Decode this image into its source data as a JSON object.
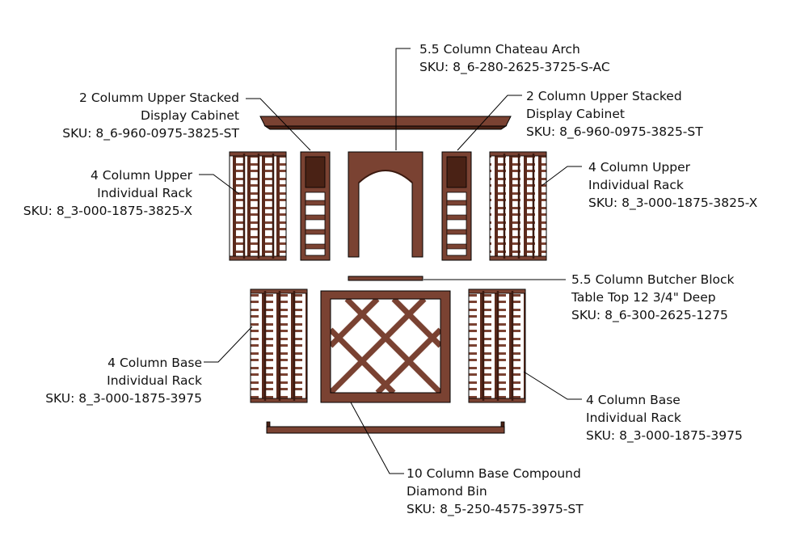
{
  "labels": {
    "chateau_arch": {
      "name": "5.5 Column Chateau Arch",
      "sku": "SKU: 8_6-280-2625-3725-S-AC"
    },
    "upper_cabinet_left": {
      "line1": "2 Columm Upper Stacked",
      "line2": "Display Cabinet",
      "sku": "SKU: 8_6-960-0975-3825-ST"
    },
    "upper_cabinet_right": {
      "line1": "2 Column Upper Stacked",
      "line2": "Display Cabinet",
      "sku": "SKU: 8_6-960-0975-3825-ST"
    },
    "upper_rack_left": {
      "line1": "4 Column Upper",
      "line2": "Individual Rack",
      "sku": "SKU: 8_3-000-1875-3825-X"
    },
    "upper_rack_right": {
      "line1": "4 Column Upper",
      "line2": "Individual Rack",
      "sku": "SKU: 8_3-000-1875-3825-X"
    },
    "table_top": {
      "line1": "5.5 Column Butcher Block",
      "line2": "Table Top 12 3/4\" Deep",
      "sku": "SKU: 8_6-300-2625-1275"
    },
    "base_rack_left": {
      "line1": "4 Column Base",
      "line2": "Individual Rack",
      "sku": "SKU: 8_3-000-1875-3975"
    },
    "base_rack_right": {
      "line1": "4 Column Base",
      "line2": "Individual Rack",
      "sku": "SKU: 8_3-000-1875-3975"
    },
    "diamond_bin": {
      "line1": "10 Column Base Compound",
      "line2": "Diamond Bin",
      "sku": "SKU: 8_5-250-4575-3975-ST"
    }
  },
  "colors": {
    "wood": "#7a4232",
    "wood_dark": "#3b1a10",
    "wood_light": "#9a5a45",
    "line": "#000000"
  }
}
